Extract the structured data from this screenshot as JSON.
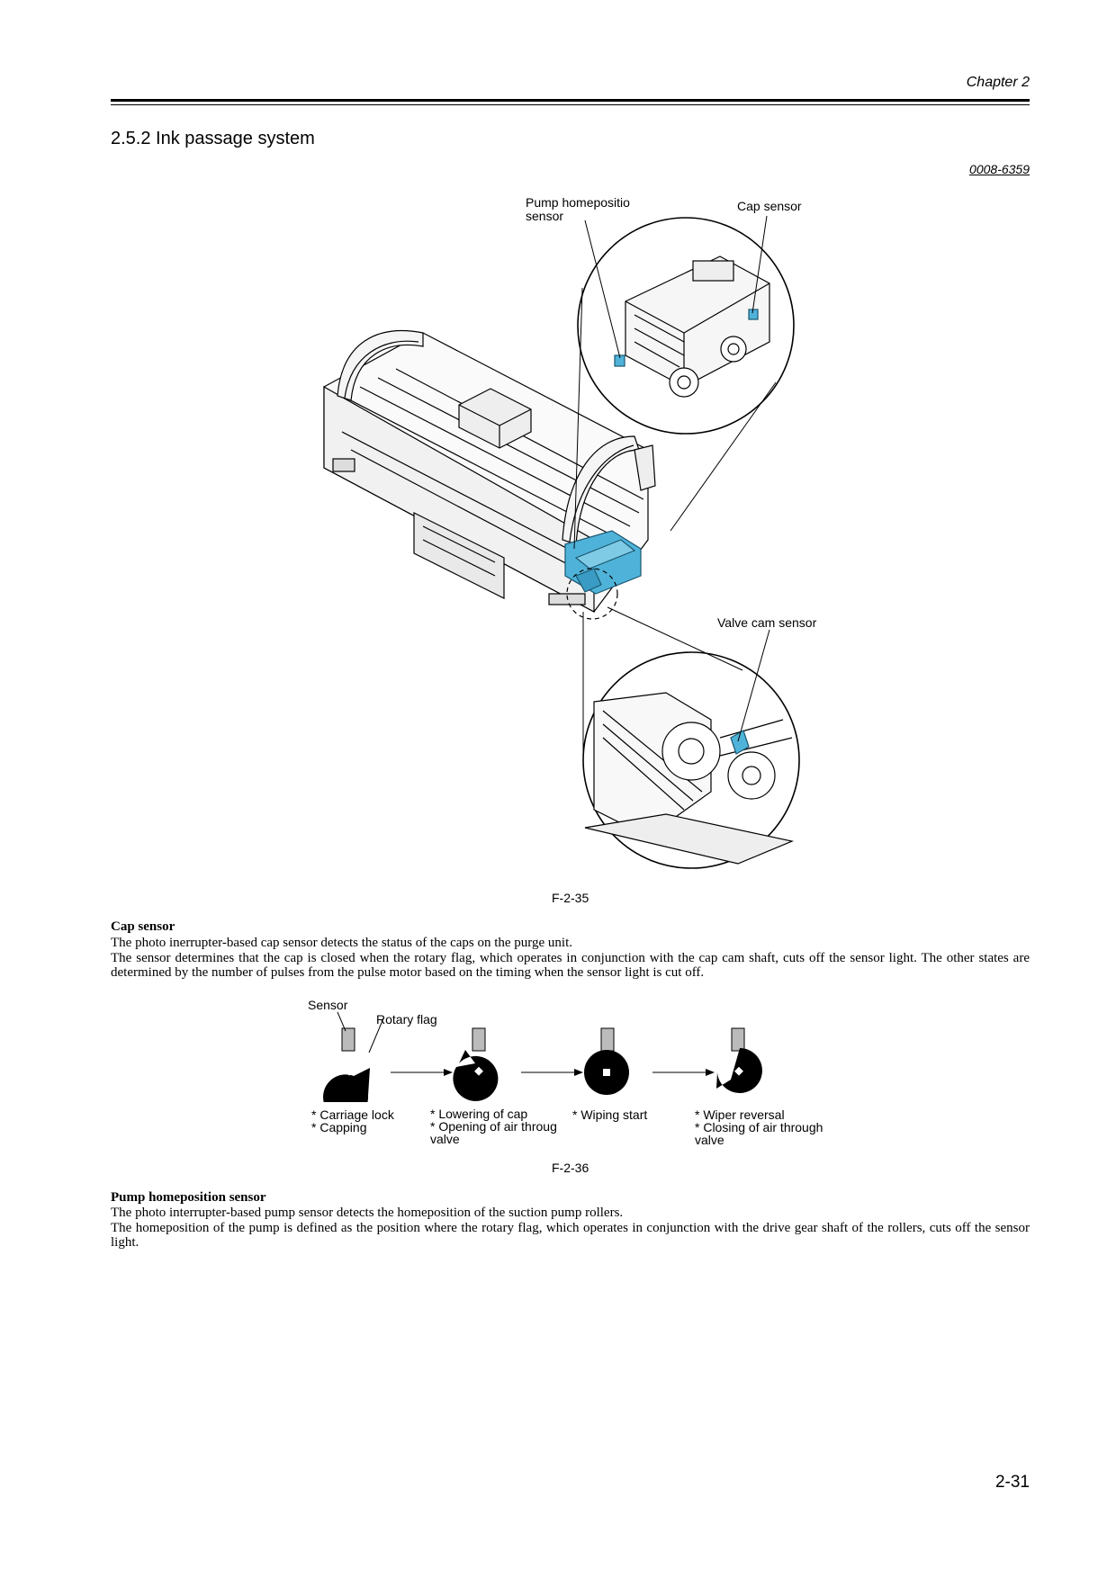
{
  "header": {
    "chapter": "Chapter 2"
  },
  "section": {
    "title": "2.5.2 Ink passage system",
    "doc_code": "0008-6359"
  },
  "figure1": {
    "labels": {
      "pump_home": "Pump homepositio\nsensor",
      "cap_sensor": "Cap sensor",
      "valve_cam": "Valve cam sensor"
    },
    "caption": "F-2-35",
    "highlight_color": "#4fb3d9"
  },
  "cap_section": {
    "heading": "Cap sensor",
    "lines": [
      "The photo inerrupter-based cap sensor detects the status of the caps on the purge unit.",
      "The sensor determines that the cap is closed when the rotary flag, which operates in conjunction with the cap cam shaft, cuts off the sensor light. The other states are determined by the number of pulses from the pulse motor based on the timing when the sensor light is cut off."
    ]
  },
  "figure2": {
    "sensor_label": "Sensor",
    "rotary_label": "Rotary flag",
    "states": [
      {
        "text": "* Carriage lock\n* Capping"
      },
      {
        "text": "* Lowering of cap\n* Opening of air throug\n   valve"
      },
      {
        "text": "* Wiping start"
      },
      {
        "text": "* Wiper reversal\n* Closing of air through\n   valve"
      }
    ],
    "caption": "F-2-36"
  },
  "pump_section": {
    "heading": "Pump homeposition sensor",
    "lines": [
      "The photo interrupter-based pump sensor detects the homeposition of the suction pump rollers.",
      "The homeposition of the pump is defined as the position where the rotary flag, which operates in conjunction with the drive gear shaft of the rollers, cuts off the sensor light."
    ]
  },
  "footer": {
    "page_number": "2-31"
  }
}
